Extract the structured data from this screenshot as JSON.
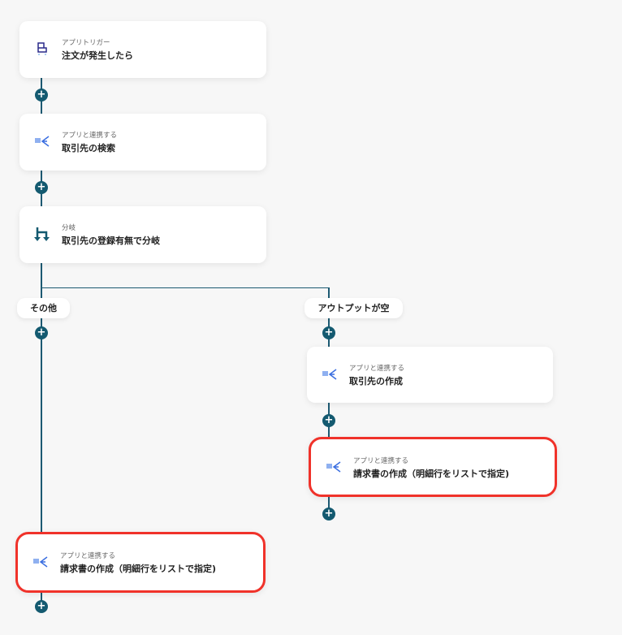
{
  "steps": [
    {
      "sub": "アプリトリガー",
      "title": "注文が発生したら",
      "icon": "cart-icon"
    },
    {
      "sub": "アプリと連携する",
      "title": "取引先の検索",
      "icon": "app-link-icon"
    },
    {
      "sub": "分岐",
      "title": "取引先の登録有無で分岐",
      "icon": "branch-icon"
    }
  ],
  "branches": {
    "left": {
      "label": "その他",
      "steps": [
        {
          "sub": "アプリと連携する",
          "title": "請求書の作成（明細行をリストで指定)"
        }
      ]
    },
    "right": {
      "label": "アウトプットが空",
      "steps": [
        {
          "sub": "アプリと連携する",
          "title": "取引先の作成"
        },
        {
          "sub": "アプリと連携する",
          "title": "請求書の作成（明細行をリストで指定)"
        }
      ]
    }
  },
  "plus_symbol": "+",
  "colors": {
    "line": "#1d5a72",
    "highlight": "#f0322a"
  }
}
